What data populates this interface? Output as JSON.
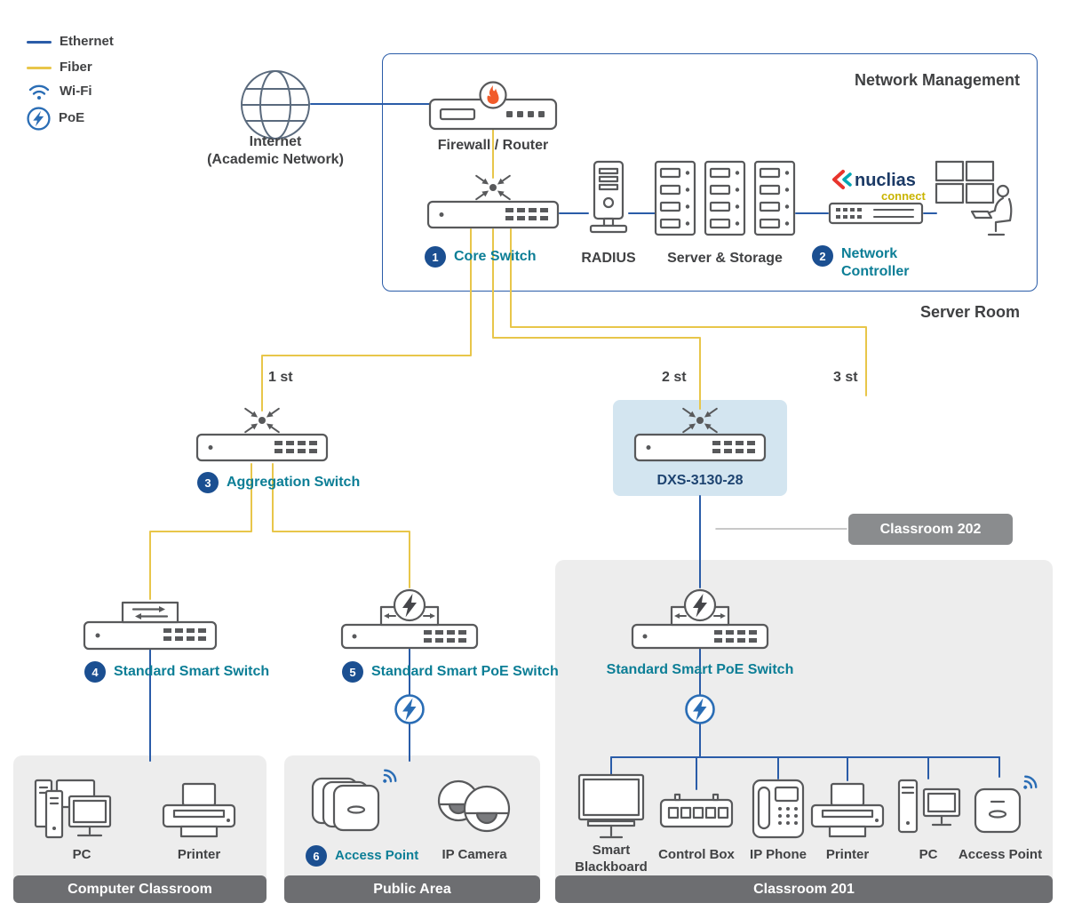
{
  "colors": {
    "ethernet_line": "#2a5ca8",
    "fiber_line": "#e8c64a",
    "accent_teal": "#0c7e96",
    "badge_blue": "#1b4f91",
    "device_outline": "#58595b",
    "highlight_box": "#d3e5f0",
    "area_bg": "#ededed",
    "area_bar": "#6d6e71",
    "room_tag": "#8a8c8e",
    "flame_orange": "#f15b2a",
    "nuclias_navy": "#1b3a66",
    "nuclias_yellow": "#c9b400"
  },
  "legend": {
    "ethernet": "Ethernet",
    "fiber": "Fiber",
    "wifi": "Wi-Fi",
    "poe": "PoE"
  },
  "internet": {
    "line1": "Internet",
    "line2": "(Academic Network)"
  },
  "management": {
    "title": "Network Management",
    "room_caption": "Server Room",
    "firewall": "Firewall / Router",
    "core_switch": {
      "badge": "1",
      "label": "Core Switch"
    },
    "radius": "RADIUS",
    "server_storage": "Server & Storage",
    "nuclias": {
      "brand": "nuclias",
      "sub": "connect"
    },
    "controller": {
      "badge": "2",
      "label": "Network Controller"
    }
  },
  "floors": {
    "f1": "1 st",
    "f2": "2 st",
    "f3": "3 st"
  },
  "aggregation": {
    "badge": "3",
    "label": "Aggregation Switch"
  },
  "dxs": {
    "label": "DXS-3130-28"
  },
  "classroom202": {
    "tag": "Classroom 202"
  },
  "smart_switch": {
    "badge": "4",
    "label": "Standard Smart Switch"
  },
  "poe_switch_public": {
    "badge": "5",
    "label": "Standard Smart PoE Switch"
  },
  "poe_switch_classroom": {
    "label": "Standard Smart PoE Switch"
  },
  "computer_classroom": {
    "pc": "PC",
    "printer": "Printer",
    "bar": "Computer Classroom"
  },
  "public_area": {
    "access_point": {
      "badge": "6",
      "label": "Access Point"
    },
    "ip_camera": "IP Camera",
    "bar": "Public Area"
  },
  "classroom201": {
    "devices": [
      {
        "label": "Smart Blackboard"
      },
      {
        "label": "Control Box"
      },
      {
        "label": "IP Phone"
      },
      {
        "label": "Printer"
      },
      {
        "label": "PC"
      },
      {
        "label": "Access Point"
      }
    ],
    "bar": "Classroom 201"
  }
}
